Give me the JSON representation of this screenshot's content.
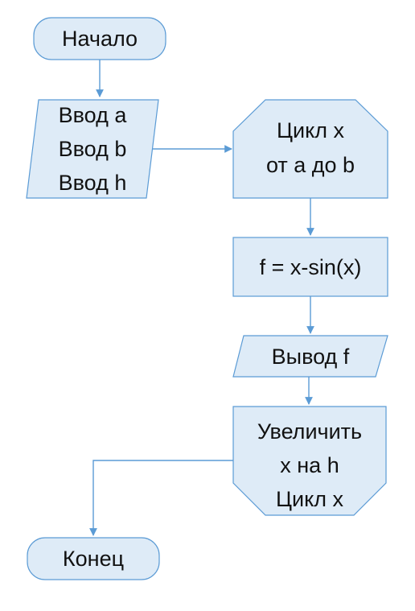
{
  "nodes": {
    "start": {
      "lines": [
        "Начало"
      ]
    },
    "input": {
      "lines": [
        "Ввод a",
        "Ввод b",
        "Ввод h"
      ]
    },
    "loop_begin": {
      "lines": [
        "Цикл x",
        "от a до b"
      ]
    },
    "compute": {
      "lines": [
        "f = x-sin(x)"
      ]
    },
    "output": {
      "lines": [
        "Вывод f"
      ]
    },
    "loop_end": {
      "lines": [
        "Увеличить",
        "x на h",
        "Цикл x"
      ]
    },
    "end": {
      "lines": [
        "Конец"
      ]
    }
  },
  "colors": {
    "shape_fill": "#deebf7",
    "shape_stroke": "#5b9bd5",
    "connector": "#5b9bd5",
    "text": "#111111"
  }
}
